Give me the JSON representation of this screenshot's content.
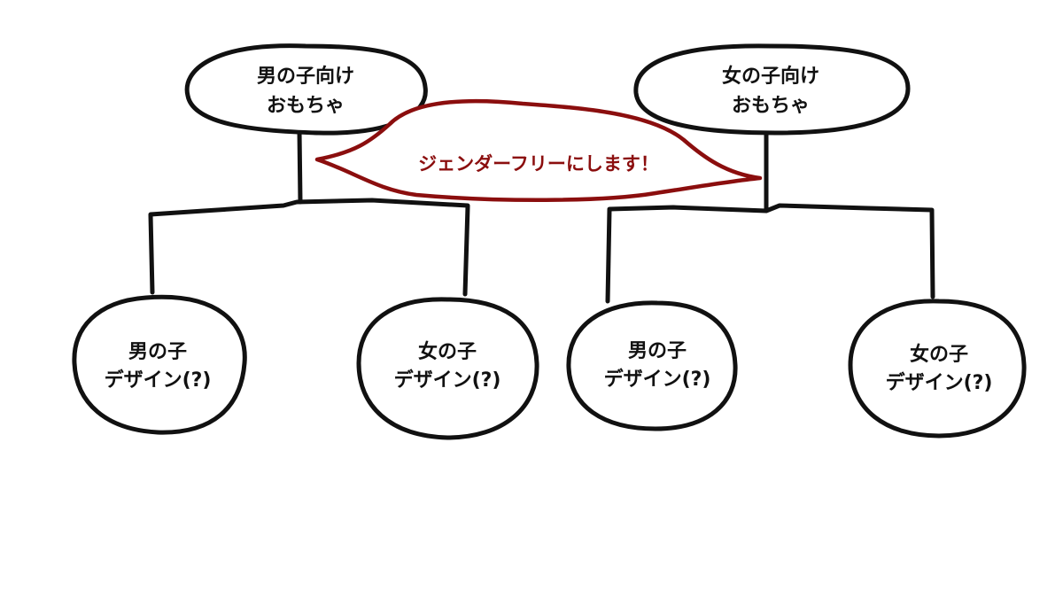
{
  "diagram": {
    "top_left": {
      "line1": "男の子向け",
      "line2": "おもちゃ"
    },
    "top_right": {
      "line1": "女の子向け",
      "line2": "おもちゃ"
    },
    "callout": {
      "text": "ジェンダーフリーにします！"
    },
    "leaves": [
      {
        "line1": "男の子",
        "line2": "デザイン(?)"
      },
      {
        "line1": "女の子",
        "line2": "デザイン(?)"
      },
      {
        "line1": "男の子",
        "line2": "デザイン(?)"
      },
      {
        "line1": "女の子",
        "line2": "デザイン(?)"
      }
    ]
  },
  "colors": {
    "line": "#111111",
    "callout": "#8b0e0e",
    "background": "#ffffff"
  }
}
